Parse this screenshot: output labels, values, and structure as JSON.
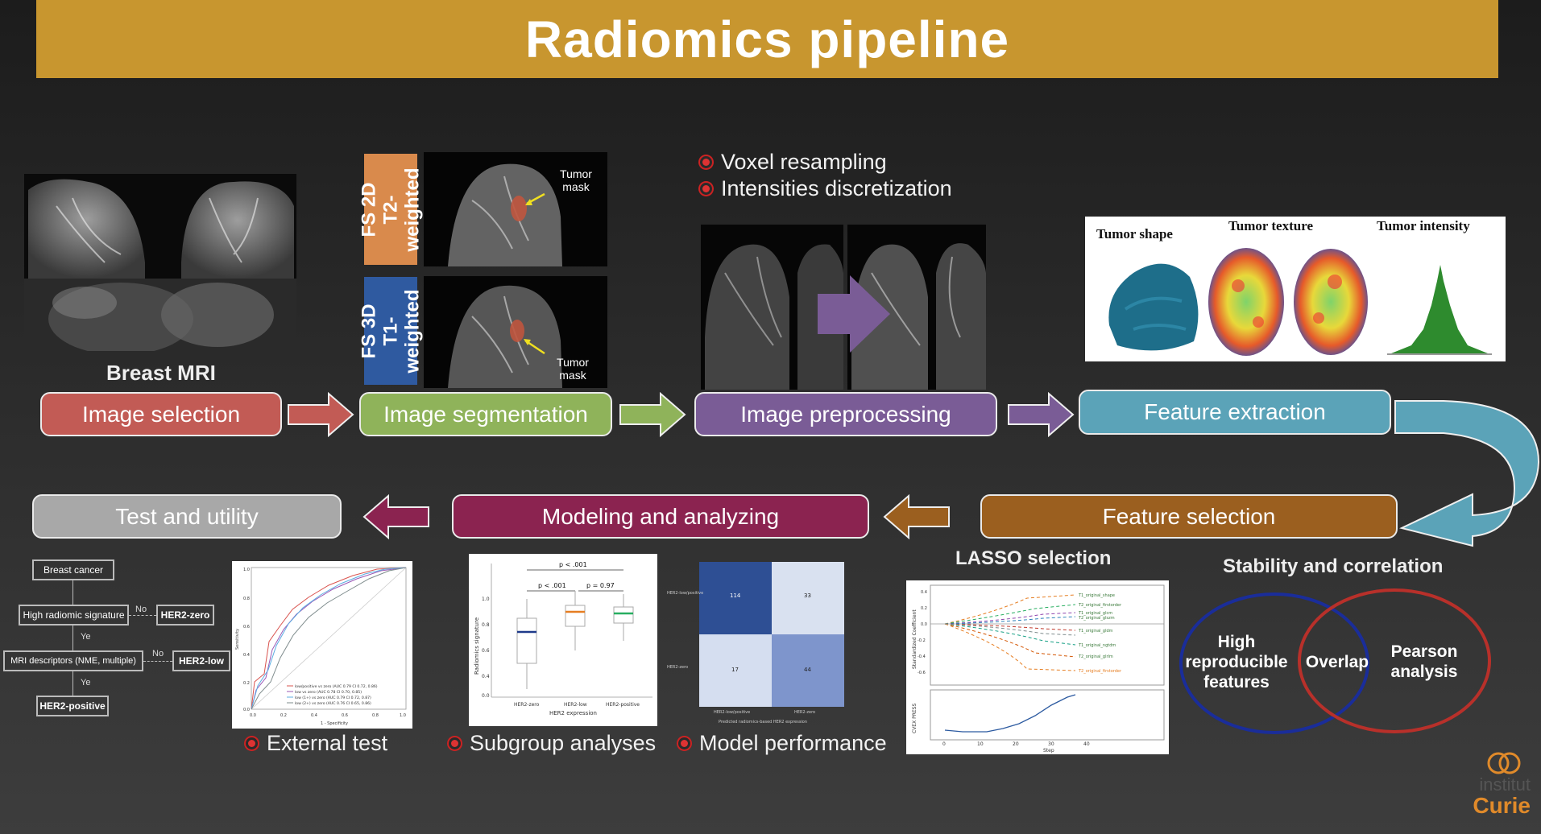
{
  "title": "Radiomics pipeline",
  "steps": {
    "image_selection": "Image selection",
    "image_segmentation": "Image segmentation",
    "image_preprocessing": "Image preprocessing",
    "feature_extraction": "Feature extraction",
    "feature_selection": "Feature selection",
    "modeling": "Modeling and analyzing",
    "test_utility": "Test and utility"
  },
  "colors": {
    "banner": "#c8962f",
    "image_selection": "#c25b55",
    "image_segmentation": "#8fb35a",
    "image_preprocessing": "#7a5c96",
    "feature_extraction": "#5ba3b8",
    "feature_selection": "#9b5f1f",
    "modeling": "#8b2350",
    "test_utility": "#a8a8a8"
  },
  "labels": {
    "breast_mri": "Breast MRI",
    "seg_t2": "FS 2D T2-weighted",
    "seg_t1": "FS 3D T1-weighted",
    "tumor_mask": "Tumor mask",
    "lasso": "LASSO selection",
    "stability": "Stability and correlation"
  },
  "preprocessing_bullets": [
    "Voxel resampling",
    "Intensities discretization"
  ],
  "feature_panel": {
    "shape": "Tumor shape",
    "texture": "Tumor texture",
    "intensity": "Tumor intensity"
  },
  "venn": {
    "left": "High reproducible features",
    "center": "Overlap",
    "right": "Pearson analysis"
  },
  "flowchart": {
    "breast_cancer": "Breast cancer",
    "high_sig": "High radiomic signature",
    "no1": "No",
    "her2_zero": "HER2-zero",
    "yes1": "Ye",
    "mri_desc": "MRI descriptors (NME, multiple)",
    "no2": "No",
    "her2_low": "HER2-low",
    "yes2": "Ye",
    "her2_pos": "HER2-positive"
  },
  "bottom_bullets": {
    "external": "External test",
    "subgroup": "Subgroup analyses",
    "performance": "Model performance"
  },
  "roc": {
    "xlabel": "1 - Specificity",
    "ylabel": "Sensitivity",
    "legend": [
      "low/positive vs zero (AUC 0.79 CI 0.72, 0.86)",
      "low vs zero (AUC 0.78 CI 0.70, 0.85)",
      "low (1+) vs zero (AUC 0.79 CI 0.72, 0.87)",
      "low (2+) vs zero (AUC 0.76 CI 0.65, 0.86)"
    ]
  },
  "boxplot": {
    "ylabel": "Radiomics signature",
    "xlabel": "HER2 expression",
    "categories": [
      "HER2-zero",
      "HER2-low",
      "HER2-positive"
    ],
    "p_top": "p < .001",
    "p_left": "p < .001",
    "p_right": "p = 0.97"
  },
  "confusion": {
    "rows": [
      "HER2-low/positive",
      "HER2-zero"
    ],
    "cols": [
      "HER2-low/positive",
      "HER2-zero"
    ],
    "values": [
      [
        114,
        33
      ],
      [
        17,
        44
      ]
    ],
    "xlabel": "Predicted radiomics-based HER2 expression"
  },
  "lasso_plot": {
    "ylabel_top": "Standardized Coefficient",
    "ylabel_bottom": "CVEX PRESS",
    "xlabel": "Step"
  },
  "logo": {
    "line1": "institut",
    "line2": "Curie"
  }
}
